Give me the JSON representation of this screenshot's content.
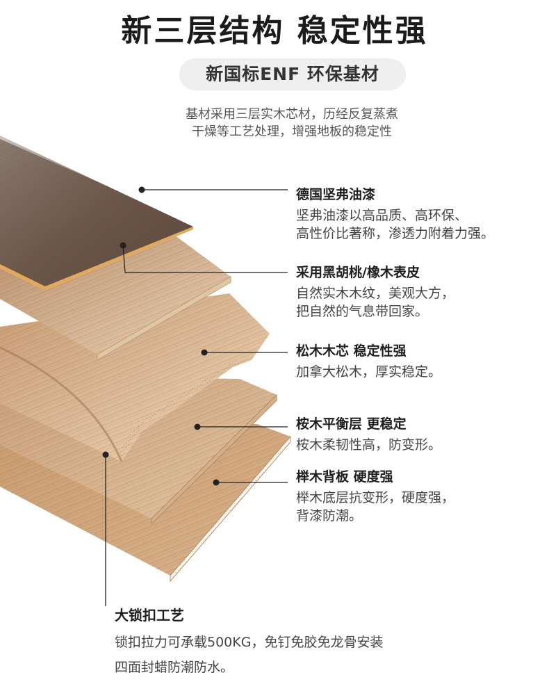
{
  "title": "新三层结构 稳定性强",
  "badge": "新国标ENF 环保基材",
  "intro": {
    "line1": "基材采用三层实木芯材，历经反复蒸煮",
    "line2": "干燥等工艺处理，增强地板的稳定性"
  },
  "features": [
    {
      "title": "德国坚弗油漆",
      "desc_lines": [
        "坚弗油漆以高品质、高环保、",
        "高性价比著称，渗透力附着力强。"
      ]
    },
    {
      "title": "采用黑胡桃/橡木表皮",
      "desc_lines": [
        "自然实木木纹，美观大方，",
        "把自然的气息带回家。"
      ]
    },
    {
      "title": "松木木芯 稳定性强",
      "desc_lines": [
        "加拿大松木，厚实稳定。"
      ]
    },
    {
      "title": "桉木平衡层 更稳定",
      "desc_lines": [
        "桉木柔韧性高，防变形。"
      ]
    },
    {
      "title": "榉木背板 硬度强",
      "desc_lines": [
        "榉木底层抗变形，硬度强，",
        "背漆防潮。"
      ]
    }
  ],
  "lock": {
    "title": "大锁扣工艺",
    "desc_lines": [
      "锁扣拉力可承载500KG，免钉免胶免龙骨安装",
      "四面封蜡防潮防水。"
    ]
  },
  "colors": {
    "title": "#1b1b1b",
    "badge_bg": "#efefef",
    "walnut": "#6e5a4e",
    "oak": "#e2c6a6",
    "pine": "#e6c7a3",
    "eucalyptus": "#d8b48e",
    "beech": "#cfa57a",
    "leader_line": "#222222"
  }
}
